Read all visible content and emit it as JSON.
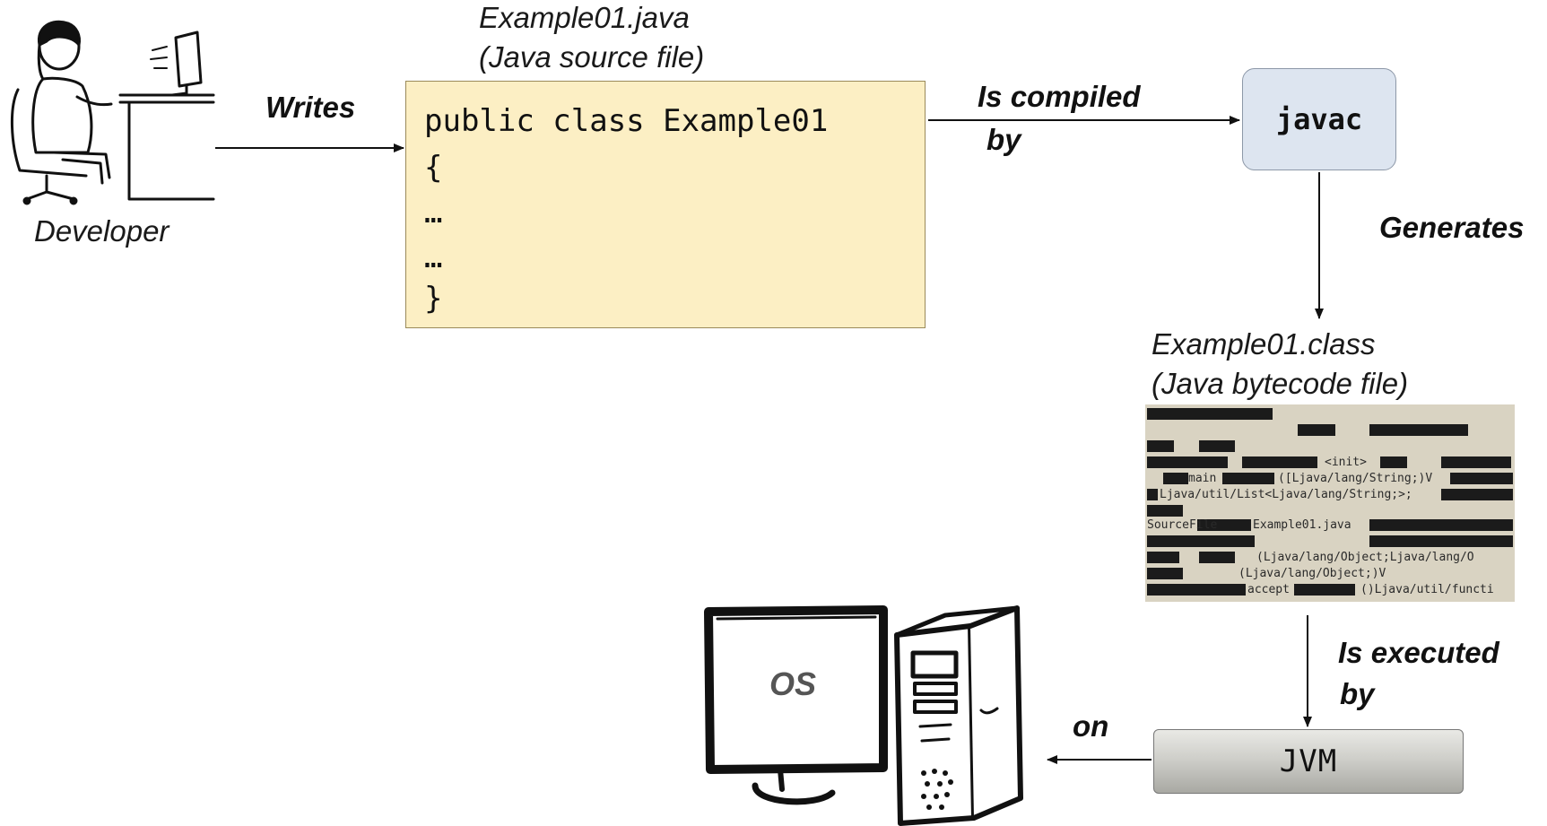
{
  "developer": {
    "label": "Developer"
  },
  "source_file": {
    "name": "Example01.java",
    "caption": "(Java source file)",
    "code_lines": [
      "public class Example01",
      "{",
      "…",
      "…",
      "}"
    ]
  },
  "edges": {
    "writes": "Writes",
    "compiled_line1": "Is compiled",
    "compiled_line2": "by",
    "generates": "Generates",
    "executed_line1": "Is executed",
    "executed_line2": "by",
    "on": "on"
  },
  "compiler": {
    "label": "javac"
  },
  "class_file": {
    "name": "Example01.class",
    "caption": "(Java bytecode file)",
    "bytecode_fragments": [
      "<init>",
      "main",
      "([Ljava/lang/String;)V",
      "Ljava/util/List<Ljava/lang/String;>;",
      "SourceFile",
      "Example01.java",
      "(Ljava/lang/Object;Ljava/lang/O",
      "(Ljava/lang/Object;)V",
      "accept",
      "()Ljava/util/functi"
    ]
  },
  "jvm": {
    "label": "JVM"
  },
  "os": {
    "label": "OS"
  },
  "colors": {
    "source_fill": "#fcefc4",
    "javac_fill": "#dde5f0",
    "jvm_fill": "#cfcfca",
    "bytecode_bg": "#d9d3c2"
  }
}
